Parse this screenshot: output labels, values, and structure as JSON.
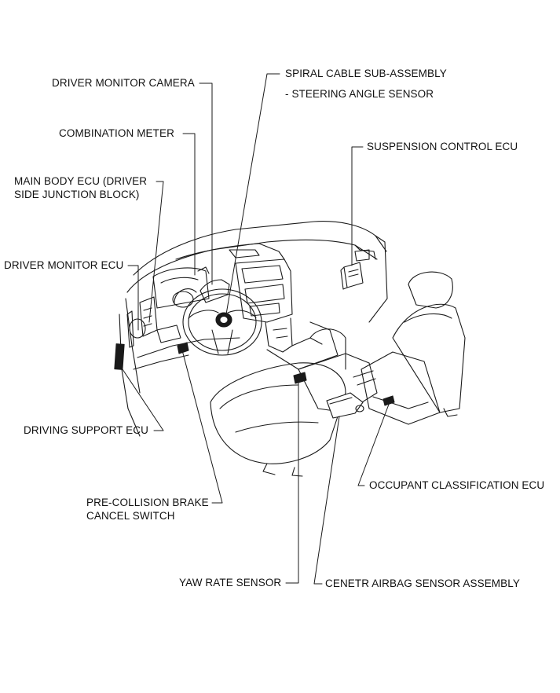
{
  "labels": {
    "driver_monitor_camera": "DRIVER MONITOR CAMERA",
    "spiral_cable_line1": "SPIRAL CABLE SUB-ASSEMBLY",
    "spiral_cable_line2": "- STEERING ANGLE SENSOR",
    "combination_meter": "COMBINATION METER",
    "suspension_control_ecu": "SUSPENSION CONTROL ECU",
    "main_body_ecu_line1": "MAIN BODY ECU (DRIVER",
    "main_body_ecu_line2": "SIDE JUNCTION BLOCK)",
    "driver_monitor_ecu": "DRIVER MONITOR ECU",
    "driving_support_ecu": "DRIVING SUPPORT ECU",
    "occupant_classification_ecu": "OCCUPANT CLASSIFICATION ECU",
    "pre_collision_line1": "PRE-COLLISION BRAKE",
    "pre_collision_line2": "CANCEL SWITCH",
    "yaw_rate_sensor": "YAW RATE SENSOR",
    "center_airbag_sensor": "CENETR AIRBAG SENSOR ASSEMBLY"
  },
  "colors": {
    "line": "#1a1a1a",
    "text": "#111111",
    "background": "#ffffff"
  }
}
